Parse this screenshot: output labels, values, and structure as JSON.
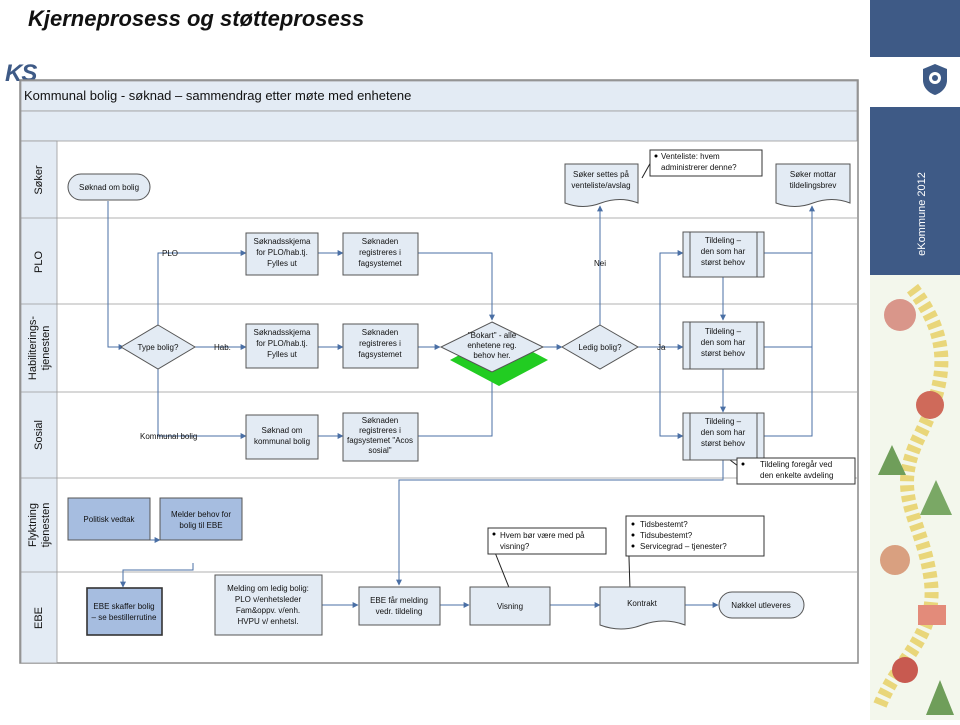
{
  "slide": {
    "title": "Kjerneprosess og støtteprosess"
  },
  "sidebar": {
    "brand": "KS",
    "year": "eKommune 2012"
  },
  "diagram": {
    "header": "Kommunal bolig - søknad – sammendrag etter møte med enhetene",
    "lanes": {
      "soker": "Søker",
      "plo": "PLO",
      "hab1": "Habiliterings-",
      "hab2": "tjenesten",
      "sosial": "Sosial",
      "flyk1": "Flyktning",
      "flyk2": "tjenesten",
      "ebe": "EBE"
    },
    "shapes": {
      "soknad_om_bolig": "Søknad om bolig",
      "venteliste1": "Søker settes på",
      "venteliste2": "venteliste/avslag",
      "tildelingsbrev1": "Søker mottar",
      "tildelingsbrev2": "tildelingsbrev",
      "plo_skjema1": "Søknadsskjema",
      "plo_skjema2": "for PLO/hab.tj.",
      "plo_skjema3": "Fylles ut",
      "plo_reg1": "Søknaden",
      "plo_reg2": "registreres i",
      "plo_reg3": "fagsystemet",
      "tildeling_a": "Tildeling –",
      "tildeling_b": "den som har",
      "tildeling_c": "størst behov",
      "type_bolig": "Type bolig?",
      "hab_skjema1": "Søknadsskjema",
      "hab_skjema2": "for PLO/hab.tj.",
      "hab_skjema3": "Fylles ut",
      "hab_reg1": "Søknaden",
      "hab_reg2": "registreres i",
      "hab_reg3": "fagsystemet",
      "bokart1": "\"Bokart\" - alle",
      "bokart2": "enhetene reg.",
      "bokart3": "behov her.",
      "ledig_bolig": "Ledig bolig?",
      "sos_soknad1": "Søknad om",
      "sos_soknad2": "kommunal bolig",
      "sos_reg1": "Søknaden",
      "sos_reg2": "registreres i",
      "sos_reg3": "fagsystemet \"Acos",
      "sos_reg4": "sosial\"",
      "politisk": "Politisk vedtak",
      "melder1": "Melder behov for",
      "melder2": "bolig til EBE",
      "ebe_skaffer1": "EBE skaffer bolig",
      "ebe_skaffer2": "– se bestillerrutine",
      "melding1": "Melding om ledig bolig:",
      "melding2": "PLO v/enhetsleder",
      "melding3": "Fam&oppv. v/enh.",
      "melding4": "HVPU v/ enhetsl.",
      "ebe_far1": "EBE får melding",
      "ebe_far2": "vedr. tildeling",
      "visning": "Visning",
      "kontrakt": "Kontrakt",
      "nokkel": "Nøkkel utleveres"
    },
    "edges": {
      "plo": "PLO",
      "hab": "Hab.",
      "kommunal": "Kommunal bolig",
      "nei": "Nei",
      "ja": "Ja"
    },
    "notes": {
      "venteliste1": "Venteliste: hvem",
      "venteliste2": "administrerer denne?",
      "avdeling1": "Tildeling foregår ved",
      "avdeling2": "den enkelte avdeling",
      "visning1": "Hvem bør være med på",
      "visning2": "visning?",
      "kontrakt1": "Tidsbestemt?",
      "kontrakt2": "Tidsubestemt?",
      "kontrakt3": "Servicegrad – tjenester?"
    }
  }
}
